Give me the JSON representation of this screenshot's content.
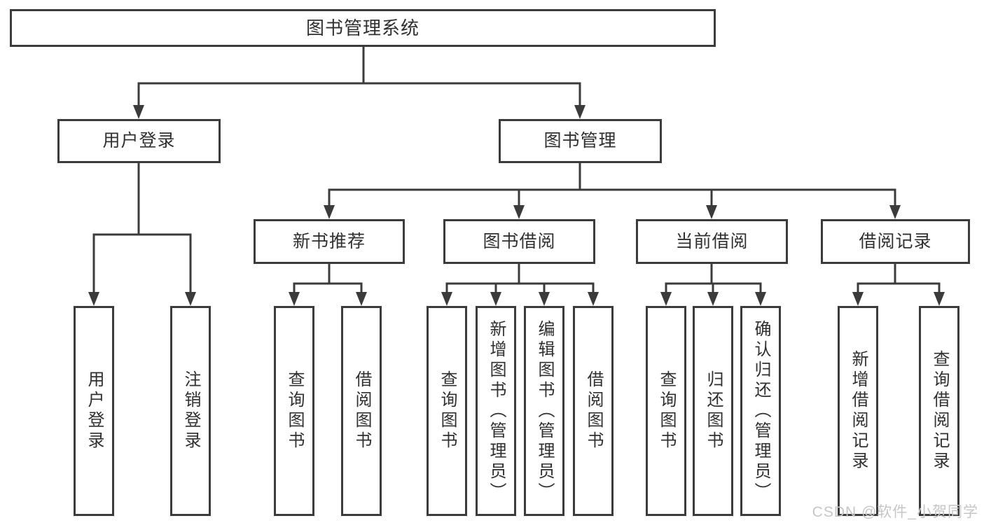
{
  "tree": {
    "label": "图书管理系统",
    "children": [
      {
        "label": "用户登录",
        "children": [
          {
            "label": "用户登录"
          },
          {
            "label": "注销登录"
          }
        ]
      },
      {
        "label": "图书管理",
        "children": [
          {
            "label": "新书推荐",
            "children": [
              {
                "label": "查询图书"
              },
              {
                "label": "借阅图书"
              }
            ]
          },
          {
            "label": "图书借阅",
            "children": [
              {
                "label": "查询图书"
              },
              {
                "label": "新增图书（管理员）"
              },
              {
                "label": "编辑图书（管理员）"
              },
              {
                "label": "借阅图书"
              }
            ]
          },
          {
            "label": "当前借阅",
            "children": [
              {
                "label": "查询图书"
              },
              {
                "label": "归还图书"
              },
              {
                "label": "确认归还（管理员）"
              }
            ]
          },
          {
            "label": "借阅记录",
            "children": [
              {
                "label": "新增借阅记录"
              },
              {
                "label": "查询借阅记录"
              }
            ]
          }
        ]
      }
    ]
  },
  "watermark": "CSDN @软件_小贺同学",
  "colors": {
    "line": "#3b3b3b",
    "text": "#303030",
    "background": "#ffffff",
    "watermark": "#c6c6c6"
  }
}
